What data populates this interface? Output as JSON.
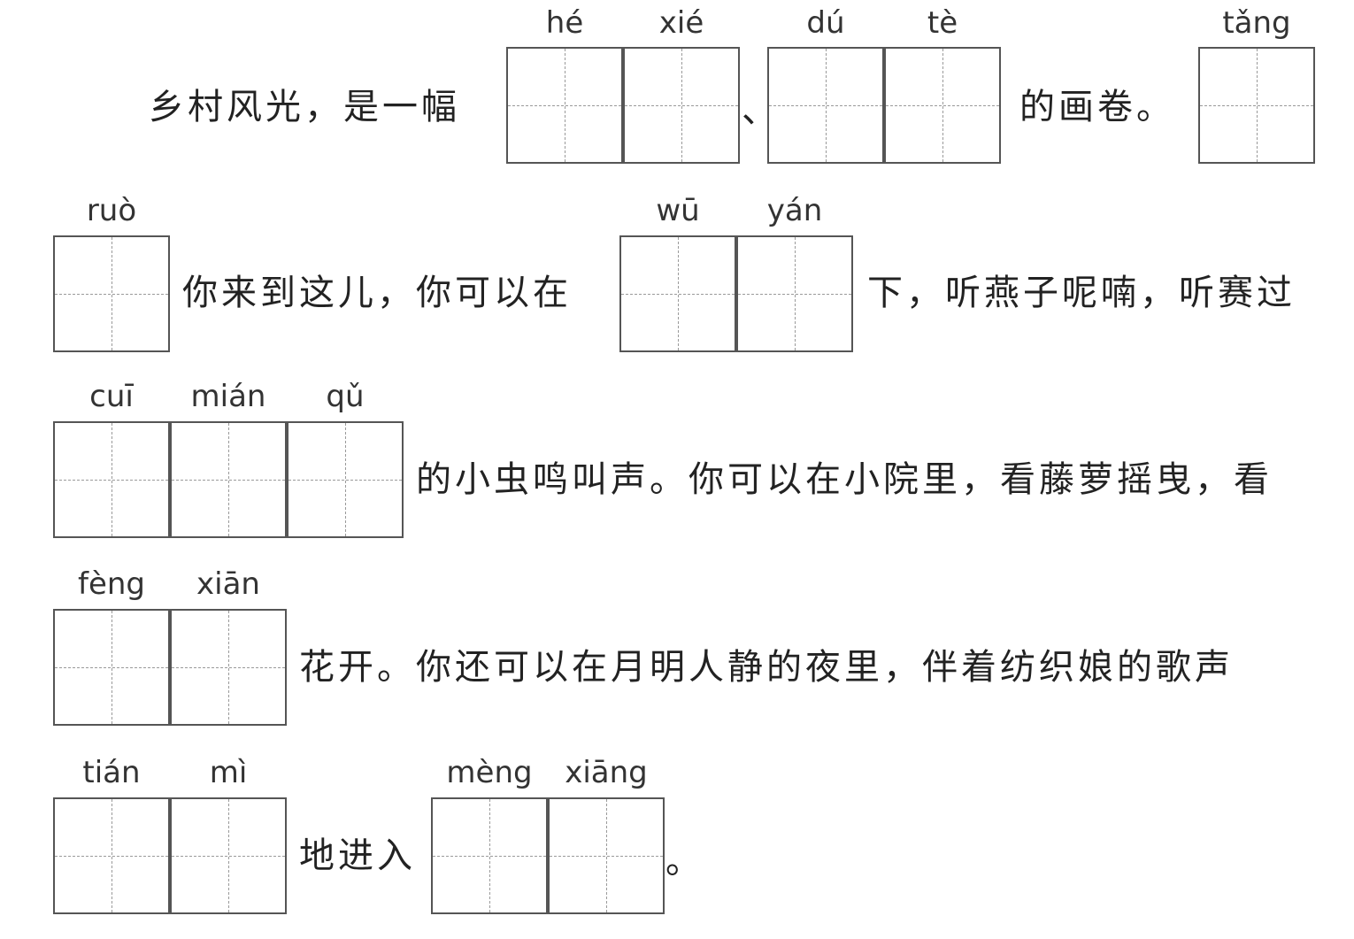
{
  "lines": [
    {
      "text_before": "乡村风光，是一幅",
      "blank1": {
        "pinyin": [
          "hé",
          "xié"
        ]
      },
      "separator": "、",
      "blank2": {
        "pinyin": [
          "dú",
          "tè"
        ]
      },
      "text_after": "的画卷。",
      "blank3": {
        "pinyin": [
          "tǎng"
        ]
      }
    },
    {
      "blank1": {
        "pinyin": [
          "ruò"
        ]
      },
      "text_mid": "你来到这儿，你可以在",
      "blank2": {
        "pinyin": [
          "wū",
          "yán"
        ]
      },
      "text_after": "下，听燕子呢喃，听赛过"
    },
    {
      "blank1": {
        "pinyin": [
          "cuī",
          "mián",
          "qǔ"
        ]
      },
      "text_after": "的小虫鸣叫声。你可以在小院里，看藤萝摇曳，看"
    },
    {
      "blank1": {
        "pinyin": [
          "fèng",
          "xiān"
        ]
      },
      "text_after": "花开。你还可以在月明人静的夜里，伴着纺织娘的歌声"
    },
    {
      "blank1": {
        "pinyin": [
          "tián",
          "mì"
        ]
      },
      "text_mid": "地进入",
      "blank2": {
        "pinyin": [
          "mèng",
          "xiāng"
        ]
      },
      "text_after": "。"
    }
  ]
}
